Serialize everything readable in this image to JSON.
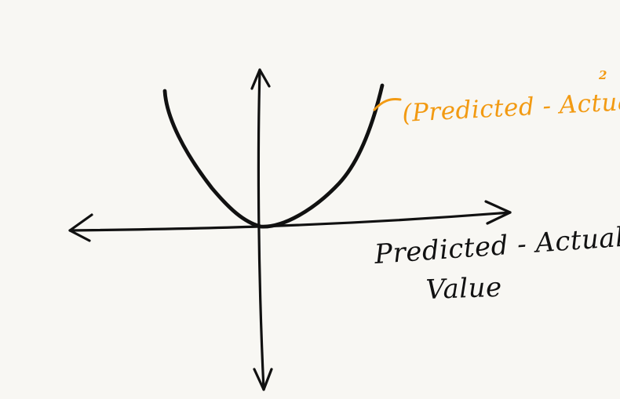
{
  "curve_label": {
    "text": "(Predicted - Actual)",
    "exponent": "2"
  },
  "x_axis_label": {
    "line1": "Predicted - Actual",
    "line2": "Value"
  },
  "colors": {
    "background": "#f8f7f3",
    "ink": "#111111",
    "annotation": "#f29a12"
  }
}
